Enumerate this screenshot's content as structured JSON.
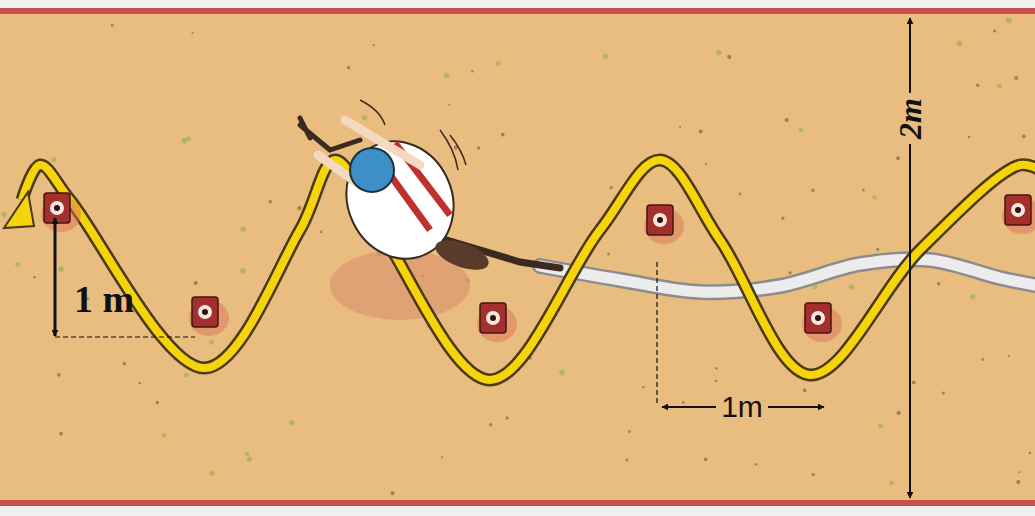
{
  "diagram": {
    "labels": [
      "1 m",
      "1m",
      "2m"
    ]
  }
}
